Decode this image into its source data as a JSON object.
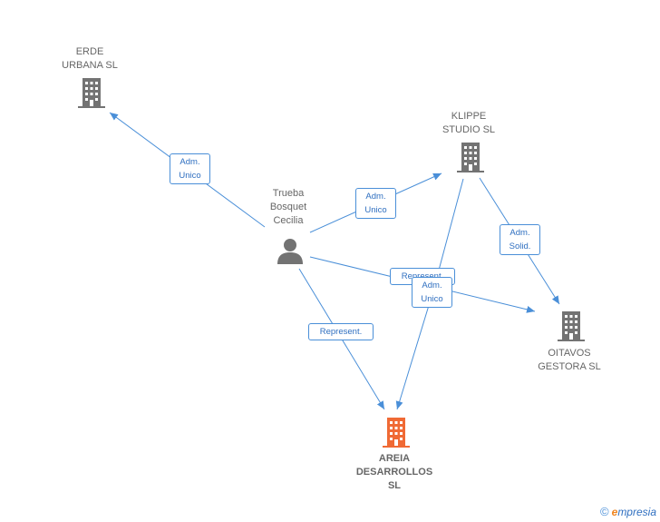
{
  "nodes": {
    "erde": {
      "lines": [
        "ERDE",
        "URBANA SL"
      ],
      "kind": "company"
    },
    "klippe": {
      "lines": [
        "KLIPPE",
        "STUDIO SL"
      ],
      "kind": "company"
    },
    "oitavos": {
      "lines": [
        "OITAVOS",
        "GESTORA  SL"
      ],
      "kind": "company"
    },
    "areia": {
      "lines": [
        "AREIA",
        "DESARROLLOS",
        "SL"
      ],
      "kind": "company-focus"
    },
    "trueba": {
      "lines": [
        "Trueba",
        "Bosquet",
        "Cecilia"
      ],
      "kind": "person"
    }
  },
  "edges": [
    {
      "from": "trueba",
      "to": "erde",
      "label": [
        "Adm.",
        "Unico"
      ]
    },
    {
      "from": "trueba",
      "to": "klippe",
      "label": [
        "Adm.",
        "Unico"
      ]
    },
    {
      "from": "klippe",
      "to": "oitavos",
      "label": [
        "Adm.",
        "Solid."
      ]
    },
    {
      "from": "trueba",
      "to": "oitavos",
      "label": [
        "Represent."
      ]
    },
    {
      "from": "klippe",
      "to": "areia",
      "label": [
        "Adm.",
        "Unico"
      ]
    },
    {
      "from": "trueba",
      "to": "areia",
      "label": [
        "Represent."
      ]
    }
  ],
  "colors": {
    "edge": "#4a8fd8",
    "company": "#737373",
    "focus": "#f06a35",
    "person": "#737373"
  },
  "watermark": {
    "copyright": "©",
    "brand_first": "e",
    "brand_rest": "mpresia"
  }
}
